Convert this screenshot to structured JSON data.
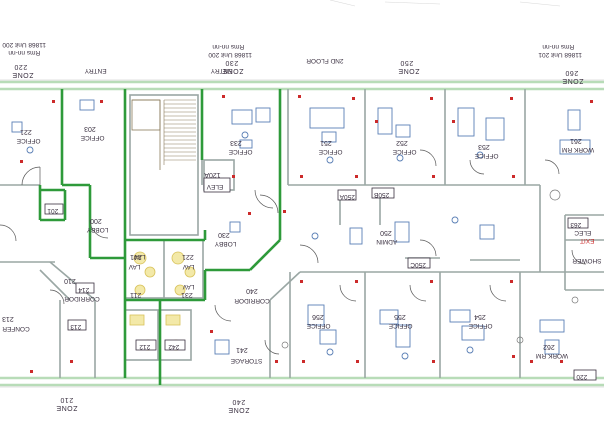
{
  "header": {
    "unit_left": "11868 Unit 200",
    "rms_left": "Rms nn-nn",
    "entry_left": "ENTRY",
    "entry_mid": "ENTRY",
    "unit_mid": "11868 Unit 200",
    "rms_mid": "Rms nn-nn",
    "floor": "2ND FLOOR",
    "unit_right": "11868 Unit 201",
    "rms_right": "Rms nn-nn"
  },
  "zones_top": [
    {
      "label": "ZONE",
      "num": "220"
    },
    {
      "label": "ZONE",
      "num": "230"
    },
    {
      "label": "ZONE",
      "num": "250"
    },
    {
      "label": "ZONE",
      "num": "260"
    }
  ],
  "zones_bottom": [
    {
      "label": "ZONE",
      "num": "210"
    },
    {
      "label": "ZONE",
      "num": "240"
    }
  ],
  "rooms": [
    {
      "name": "OFFICE",
      "num": "221"
    },
    {
      "name": "OFFICE",
      "num": "203"
    },
    {
      "name": "OFFICE",
      "num": "233"
    },
    {
      "name": "OFFICE",
      "num": "251"
    },
    {
      "name": "OFFICE",
      "num": "252"
    },
    {
      "name": "OFFICE",
      "num": "253"
    },
    {
      "name": "WORK RM",
      "num": "261"
    },
    {
      "name": "LOBBY",
      "num": "200"
    },
    {
      "name": "LOBBY",
      "num": "230"
    },
    {
      "name": "ADMIN",
      "num": "250"
    },
    {
      "name": "CORRIDOR",
      "num": "210"
    },
    {
      "name": "CORRIDOR",
      "num": "240"
    },
    {
      "name": "LAV",
      "num": "211"
    },
    {
      "name": "LAV",
      "num": "231"
    },
    {
      "name": "LAV",
      "num": "221"
    },
    {
      "name": "LAV",
      "num": "241"
    },
    {
      "name": "STORAGE",
      "num": "241"
    },
    {
      "name": "OFFICE",
      "num": "256"
    },
    {
      "name": "OFFICE",
      "num": "255"
    },
    {
      "name": "OFFICE",
      "num": "254"
    },
    {
      "name": "WORK RM",
      "num": "262"
    },
    {
      "name": "CONFER",
      "num": "213"
    },
    {
      "name": "ELEV",
      "num": "120A"
    },
    {
      "name": "SHOWER",
      "num": ""
    },
    {
      "name": "ELEC",
      "num": ""
    },
    {
      "name": "EXIT",
      "num": ""
    }
  ],
  "tags": [
    "201",
    "250A",
    "250B",
    "250C",
    "212",
    "242",
    "213",
    "263",
    "214",
    "220"
  ],
  "colors": {
    "zone_wall": "#2e9a3a",
    "wall_light": "#b8dcb8",
    "wall_grey": "#9aa7a4",
    "furniture": "#5a7fb5",
    "outlet_red": "#cc2a2a",
    "fixture_yellow": "#d8c25a",
    "tag_fill": "#e8e4ea"
  }
}
